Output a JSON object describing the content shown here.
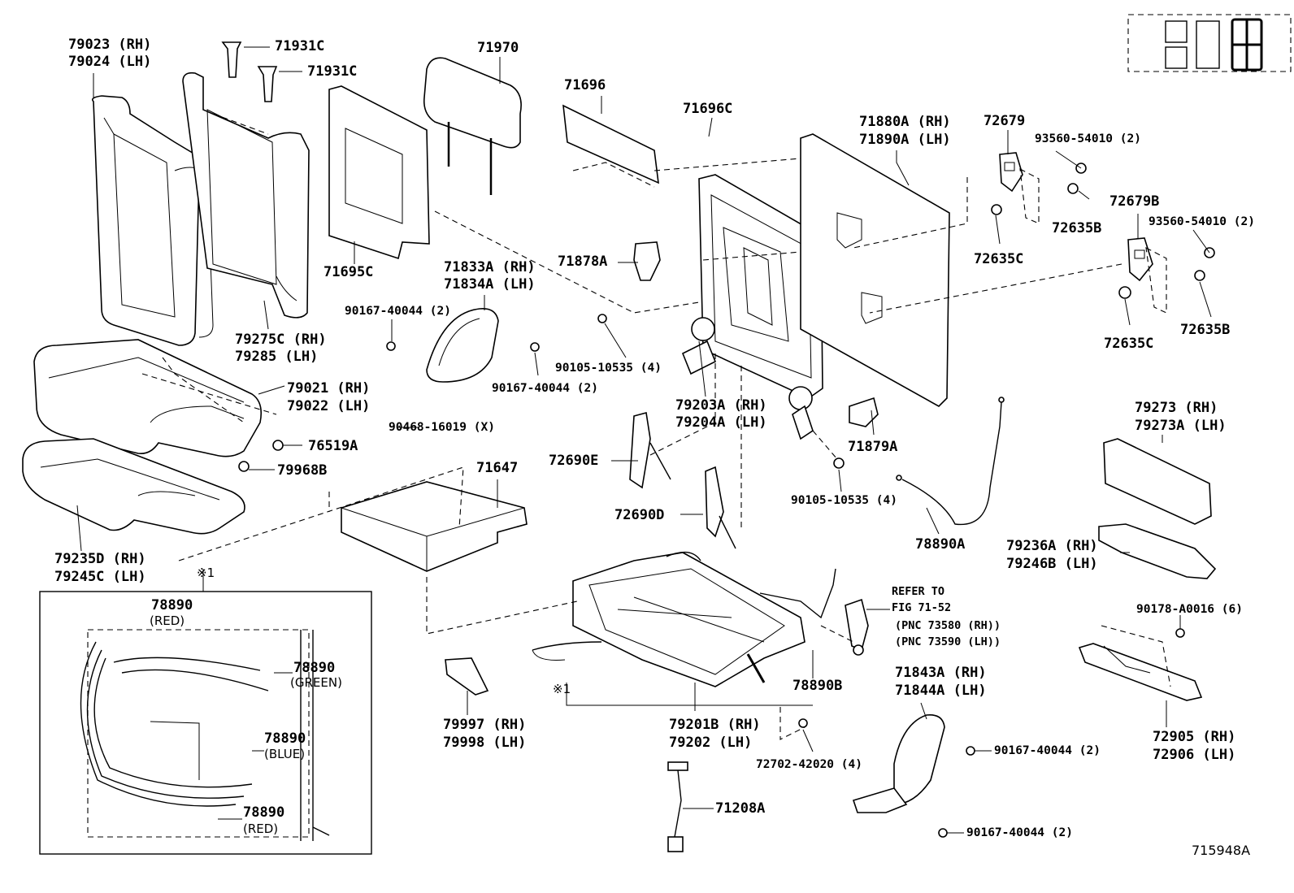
{
  "diagram_id": "715948A",
  "callouts": {
    "c79023": "79023 (RH)",
    "c79024": "79024 (LH)",
    "c71931c_a": "71931C",
    "c71931c_b": "71931C",
    "c71970": "71970",
    "c71696": "71696",
    "c71696c": "71696C",
    "c71880a": "71880A (RH)",
    "c71890a": "71890A (LH)",
    "c72679": "72679",
    "c93560_a": "93560-54010 (2)",
    "c72635b_a": "72635B",
    "c72679b": "72679B",
    "c93560_b": "93560-54010 (2)",
    "c72635c_a": "72635C",
    "c72635c_b": "72635C",
    "c72635b_b": "72635B",
    "c71695c": "71695C",
    "c71878a": "71878A",
    "c71833a": "71833A (RH)",
    "c71834a": "71834A (LH)",
    "c79275c": "79275C (RH)",
    "c79285": "79285 (LH)",
    "c90167_a": "90167-40044 (2)",
    "c90105_a": "90105-10535 (4)",
    "c90167_b": "90167-40044 (2)",
    "c79021": "79021 (RH)",
    "c79022": "79022 (LH)",
    "c79203a": "79203A (RH)",
    "c79204a": "79204A (LH)",
    "c71879a": "71879A",
    "c76519a": "76519A",
    "c90468": "90468-16019 (X)",
    "c79968b": "79968B",
    "c72690e": "72690E",
    "c71647": "71647",
    "c79273": "79273 (RH)",
    "c79273a": "79273A (LH)",
    "c90105_b": "90105-10535 (4)",
    "c72690d": "72690D",
    "c79235d": "79235D (RH)",
    "c79245c": "79245C (LH)",
    "c78890a": "78890A",
    "c79236a": "79236A (RH)",
    "c79246b": "79246B (LH)",
    "c_note1_top": "※1",
    "c78890_main": "78890",
    "c_red_1": "(RED)",
    "c78890_green": "78890",
    "c_green": "(GREEN)",
    "c78890_blue": "78890",
    "c_blue": "(BLUE)",
    "c78890_red2": "78890",
    "c_red_2": "(RED)",
    "c_refer": "REFER TO",
    "c_fig": "FIG 71-52",
    "c_pnc1": "(PNC 73580 (RH))",
    "c_pnc2": "(PNC 73590 (LH))",
    "c90178": "90178-A0016 (6)",
    "c71843a": "71843A (RH)",
    "c71844a": "71844A (LH)",
    "c78890b": "78890B",
    "c_note1_mid": "※1",
    "c79997": "79997 (RH)",
    "c79998": "79998 (LH)",
    "c79201b": "79201B (RH)",
    "c79202": "79202 (LH)",
    "c72905": "72905 (RH)",
    "c72906": "72906 (LH)",
    "c72702": "72702-42020 (4)",
    "c90167_c": "90167-40044 (2)",
    "c71208a": "71208A",
    "c90167_d": "90167-40044 (2)"
  }
}
